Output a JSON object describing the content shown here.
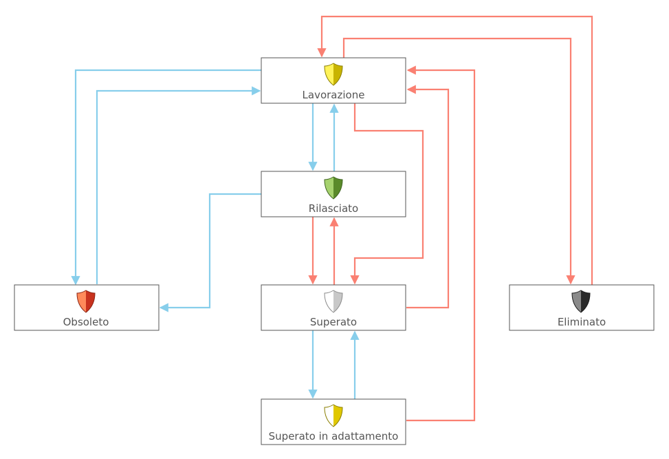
{
  "diagram": {
    "colors": {
      "blue_transition": "#87CEEB",
      "red_transition": "#FA8072",
      "border": "#555555",
      "label": "#555555"
    },
    "nodes": [
      {
        "id": "lavorazione",
        "label": "Lavorazione",
        "icon": "shield-yellow-icon",
        "shield": {
          "left": "#FFF35A",
          "right": "#C8B400",
          "edge": "#8A7E00"
        }
      },
      {
        "id": "rilasciato",
        "label": "Rilasciato",
        "icon": "shield-green-icon",
        "shield": {
          "left": "#A6D26E",
          "right": "#5A8A2A",
          "edge": "#3E6420"
        }
      },
      {
        "id": "obsoleto",
        "label": "Obsoleto",
        "icon": "shield-red-icon",
        "shield": {
          "left": "#FF8A5A",
          "right": "#C8321E",
          "edge": "#8A2414"
        }
      },
      {
        "id": "superato",
        "label": "Superato",
        "icon": "shield-white-icon",
        "shield": {
          "left": "#FFFFFF",
          "right": "#C8C8C8",
          "edge": "#8A8A8A"
        }
      },
      {
        "id": "eliminato",
        "label": "Eliminato",
        "icon": "shield-black-icon",
        "shield": {
          "left": "#8A8A8A",
          "right": "#2A2A2A",
          "edge": "#1A1A1A"
        }
      },
      {
        "id": "superato_adattamento",
        "label": "Superato in adattamento",
        "icon": "shield-white-yellow-icon",
        "shield": {
          "left": "#FFFFFF",
          "right": "#E0C800",
          "edge": "#8A7E00"
        }
      }
    ],
    "edges": [
      {
        "from": "lavorazione",
        "to": "obsoleto",
        "color": "blue"
      },
      {
        "from": "obsoleto",
        "to": "lavorazione",
        "color": "blue"
      },
      {
        "from": "lavorazione",
        "to": "rilasciato",
        "color": "blue"
      },
      {
        "from": "rilasciato",
        "to": "lavorazione",
        "color": "blue"
      },
      {
        "from": "rilasciato",
        "to": "obsoleto",
        "color": "blue"
      },
      {
        "from": "superato",
        "to": "superato_adattamento",
        "color": "blue"
      },
      {
        "from": "superato_adattamento",
        "to": "superato",
        "color": "blue"
      },
      {
        "from": "rilasciato",
        "to": "superato",
        "color": "red"
      },
      {
        "from": "superato",
        "to": "rilasciato",
        "color": "red"
      },
      {
        "from": "lavorazione",
        "to": "superato",
        "color": "red"
      },
      {
        "from": "superato",
        "to": "lavorazione",
        "color": "red"
      },
      {
        "from": "superato_adattamento",
        "to": "lavorazione",
        "color": "red"
      },
      {
        "from": "lavorazione",
        "to": "eliminato",
        "color": "red"
      },
      {
        "from": "eliminato",
        "to": "lavorazione",
        "color": "red"
      }
    ]
  }
}
